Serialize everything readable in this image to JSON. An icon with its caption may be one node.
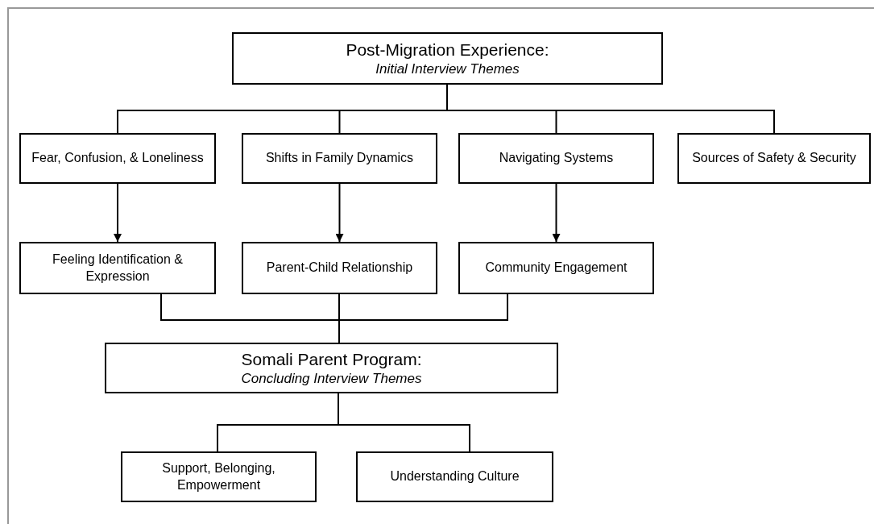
{
  "diagram": {
    "nodes": [
      {
        "text": [
          "Post-Migration Experience:",
          "Initial Interview Themes"
        ]
      },
      {
        "text": [
          "Fear, Confusion, & Loneliness"
        ]
      },
      {
        "text": [
          "Shifts in Family Dynamics"
        ]
      },
      {
        "text": [
          "Navigating Systems"
        ]
      },
      {
        "text": [
          "Sources of Safety & Security"
        ]
      },
      {
        "text": [
          "Feeling Identification & Expression"
        ]
      },
      {
        "text": [
          "Parent-Child Relationship"
        ]
      },
      {
        "text": [
          "Community Engagement"
        ]
      },
      {
        "text": [
          "Somali Parent Program:",
          "Concluding Interview Themes"
        ]
      },
      {
        "text": [
          "Support, Belonging, Empowerment"
        ]
      },
      {
        "text": [
          "Understanding Culture"
        ]
      }
    ],
    "edges": [
      {
        "from": 0,
        "to": 1,
        "arrow": "none"
      },
      {
        "from": 0,
        "to": 2,
        "arrow": "none"
      },
      {
        "from": 0,
        "to": 3,
        "arrow": "none"
      },
      {
        "from": 0,
        "to": 4,
        "arrow": "none"
      },
      {
        "from": 1,
        "to": 5,
        "arrow": "to"
      },
      {
        "from": 2,
        "to": 6,
        "arrow": "to"
      },
      {
        "from": 3,
        "to": 7,
        "arrow": "to"
      },
      {
        "from": 5,
        "to": 8,
        "arrow": "none"
      },
      {
        "from": 6,
        "to": 8,
        "arrow": "none"
      },
      {
        "from": 7,
        "to": 8,
        "arrow": "none"
      },
      {
        "from": 8,
        "to": 9,
        "arrow": "none"
      },
      {
        "from": 8,
        "to": 10,
        "arrow": "none"
      }
    ]
  }
}
